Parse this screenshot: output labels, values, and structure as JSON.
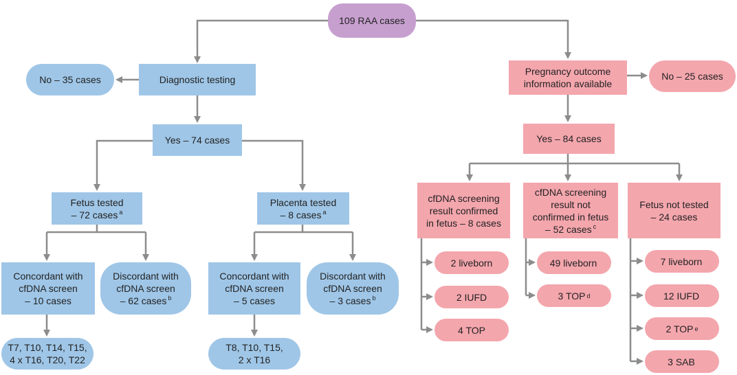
{
  "colors": {
    "connector": "#8c8c8c",
    "diagnostic_branch": "#9fc6e7",
    "outcome_branch": "#f4a6ad",
    "root": "#c79fcf"
  },
  "root": {
    "label": "109 RAA cases"
  },
  "diagnostic": {
    "question": "Diagnostic testing",
    "no": "No – 35 cases",
    "yes": "Yes – 74 cases",
    "fetus_tested": {
      "line1": "Fetus tested",
      "line2": "– 72 cases",
      "note": "a"
    },
    "placenta_tested": {
      "line1": "Placenta tested",
      "line2": "– 8 cases",
      "note": "a"
    },
    "fetus_concordant": {
      "line1": "Concordant with",
      "line2": "cfDNA screen",
      "line3": "– 10 cases"
    },
    "fetus_discordant": {
      "line1": "Discordant with",
      "line2": "cfDNA screen",
      "line3": "– 62 cases",
      "note": "b"
    },
    "placenta_concordant": {
      "line1": "Concordant with",
      "line2": "cfDNA screen",
      "line3": "– 5 cases"
    },
    "placenta_discordant": {
      "line1": "Discordant with",
      "line2": "cfDNA screen",
      "line3": "– 3 cases",
      "note": "b"
    },
    "fetus_trisomies": {
      "line1": "T7, T10, T14, T15,",
      "line2": "4 x T16, T20, T22"
    },
    "placenta_trisomies": {
      "line1": "T8, T10, T15,",
      "line2": "2 x T16"
    }
  },
  "outcome": {
    "question": {
      "line1": "Pregnancy outcome",
      "line2": "information available"
    },
    "no": "No – 25 cases",
    "yes": "Yes – 84 cases",
    "confirmed": {
      "line1": "cfDNA screening",
      "line2": "result confirmed",
      "line3": "in fetus – 8 cases"
    },
    "not_confirmed": {
      "line1": "cfDNA screening",
      "line2": "result not",
      "line3": "confirmed in fetus",
      "line4": "– 52 cases",
      "note": "c"
    },
    "not_tested": {
      "line1": "Fetus not tested",
      "line2": "– 24 cases"
    },
    "confirmed_outcomes": [
      "2 liveborn",
      "2 IUFD",
      "4 TOP"
    ],
    "not_confirmed_outcomes": [
      {
        "label": "49 liveborn",
        "note": ""
      },
      {
        "label": "3 TOP",
        "note": "d"
      }
    ],
    "not_tested_outcomes": [
      {
        "label": "7 liveborn",
        "note": ""
      },
      {
        "label": "12 IUFD",
        "note": ""
      },
      {
        "label": "2 TOP",
        "note": "e"
      },
      {
        "label": "3 SAB",
        "note": ""
      }
    ]
  }
}
